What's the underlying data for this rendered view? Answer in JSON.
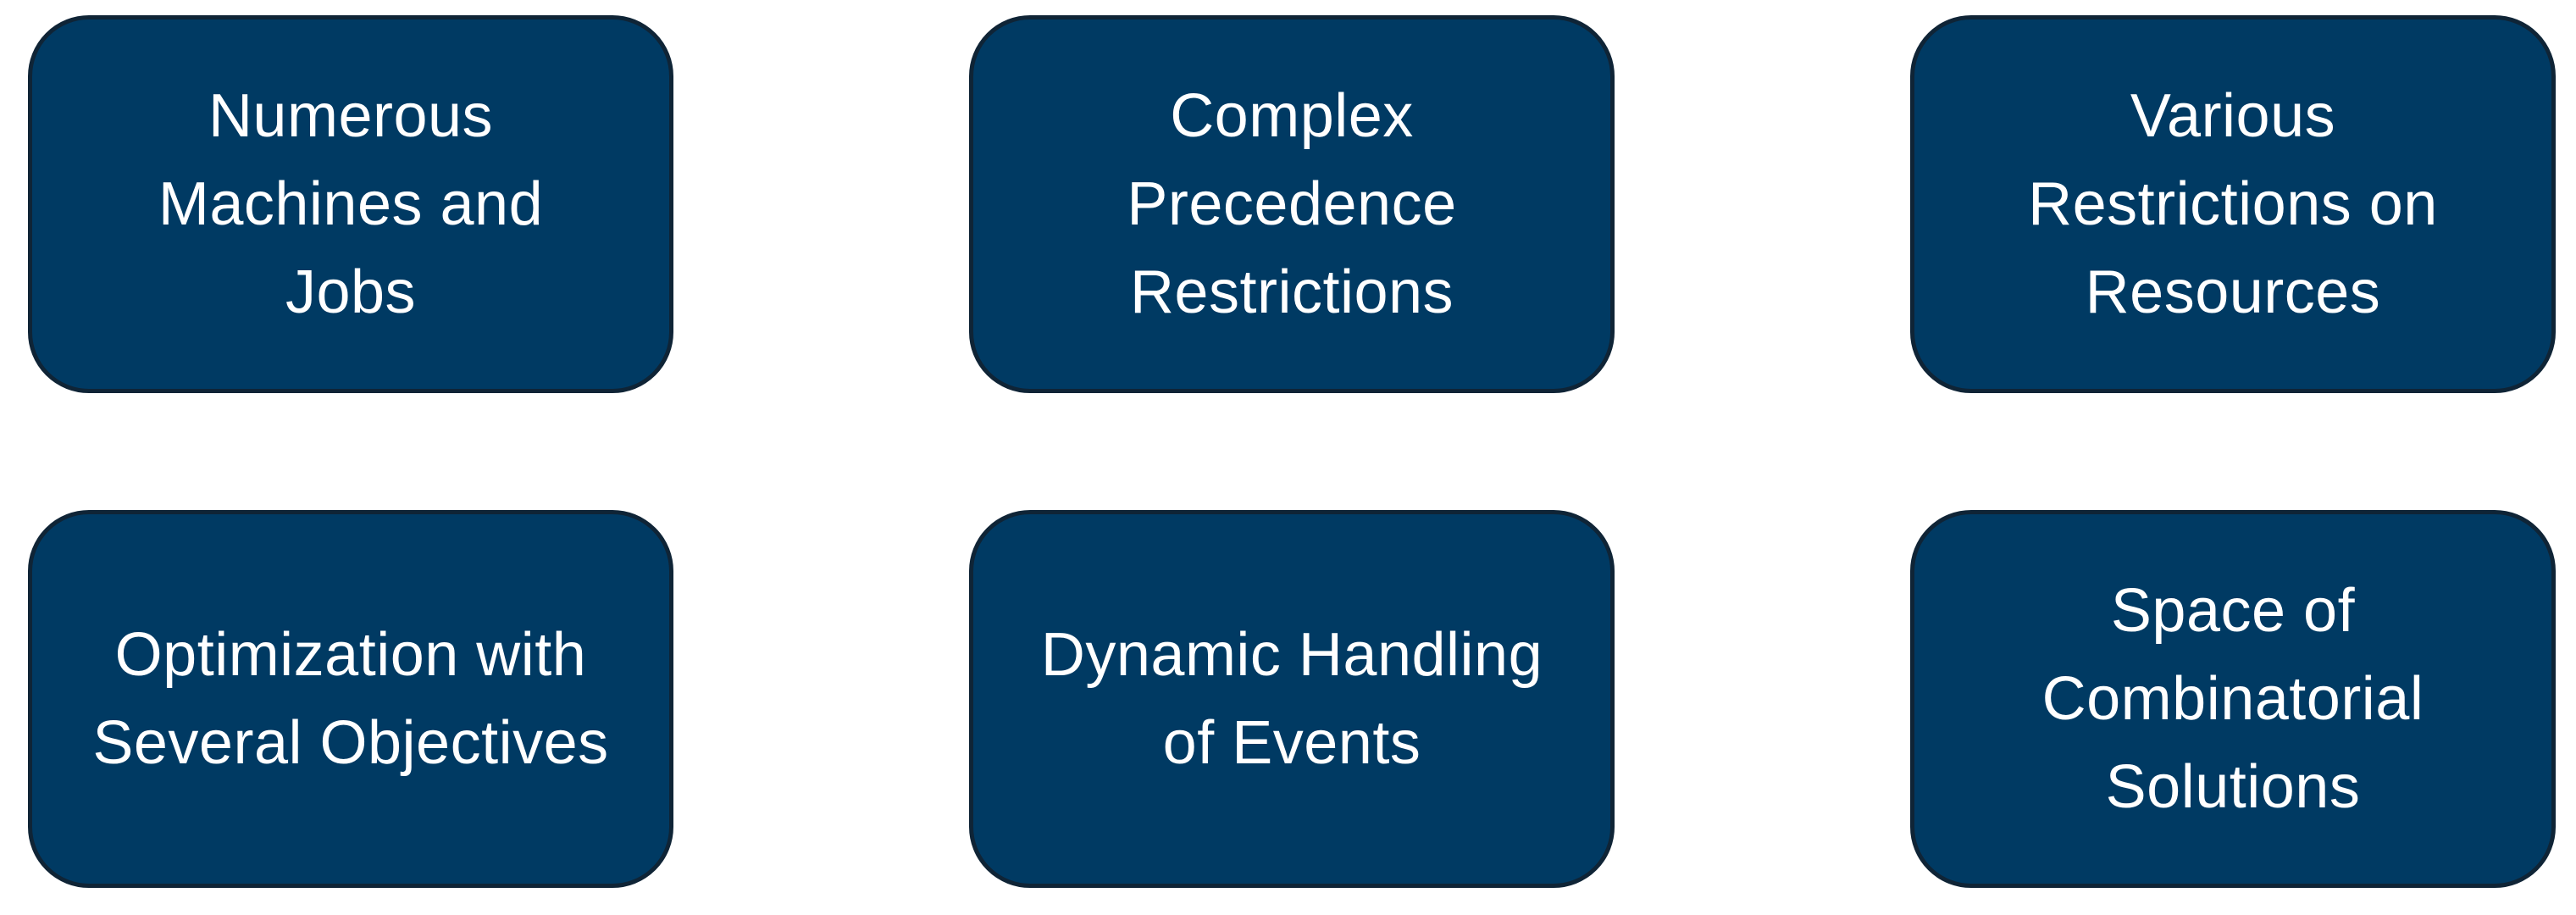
{
  "boxes": [
    {
      "id": "numerous-machines-and-jobs",
      "text": "Numerous\nMachines and\nJobs"
    },
    {
      "id": "complex-precedence-restrictions",
      "text": "Complex\nPrecedence\nRestrictions"
    },
    {
      "id": "various-restrictions-on-resources",
      "text": "Various\nRestrictions on\nResources"
    },
    {
      "id": "optimization-with-several-objectives",
      "text": "Optimization with\nSeveral Objectives"
    },
    {
      "id": "dynamic-handling-of-events",
      "text": "Dynamic Handling\nof Events"
    },
    {
      "id": "space-of-combinatorial-solutions",
      "text": "Space of\nCombinatorial\nSolutions"
    }
  ],
  "colors": {
    "box_fill": "#003a63",
    "box_border": "#0f2436",
    "text": "#ffffff",
    "background": "#ffffff"
  }
}
